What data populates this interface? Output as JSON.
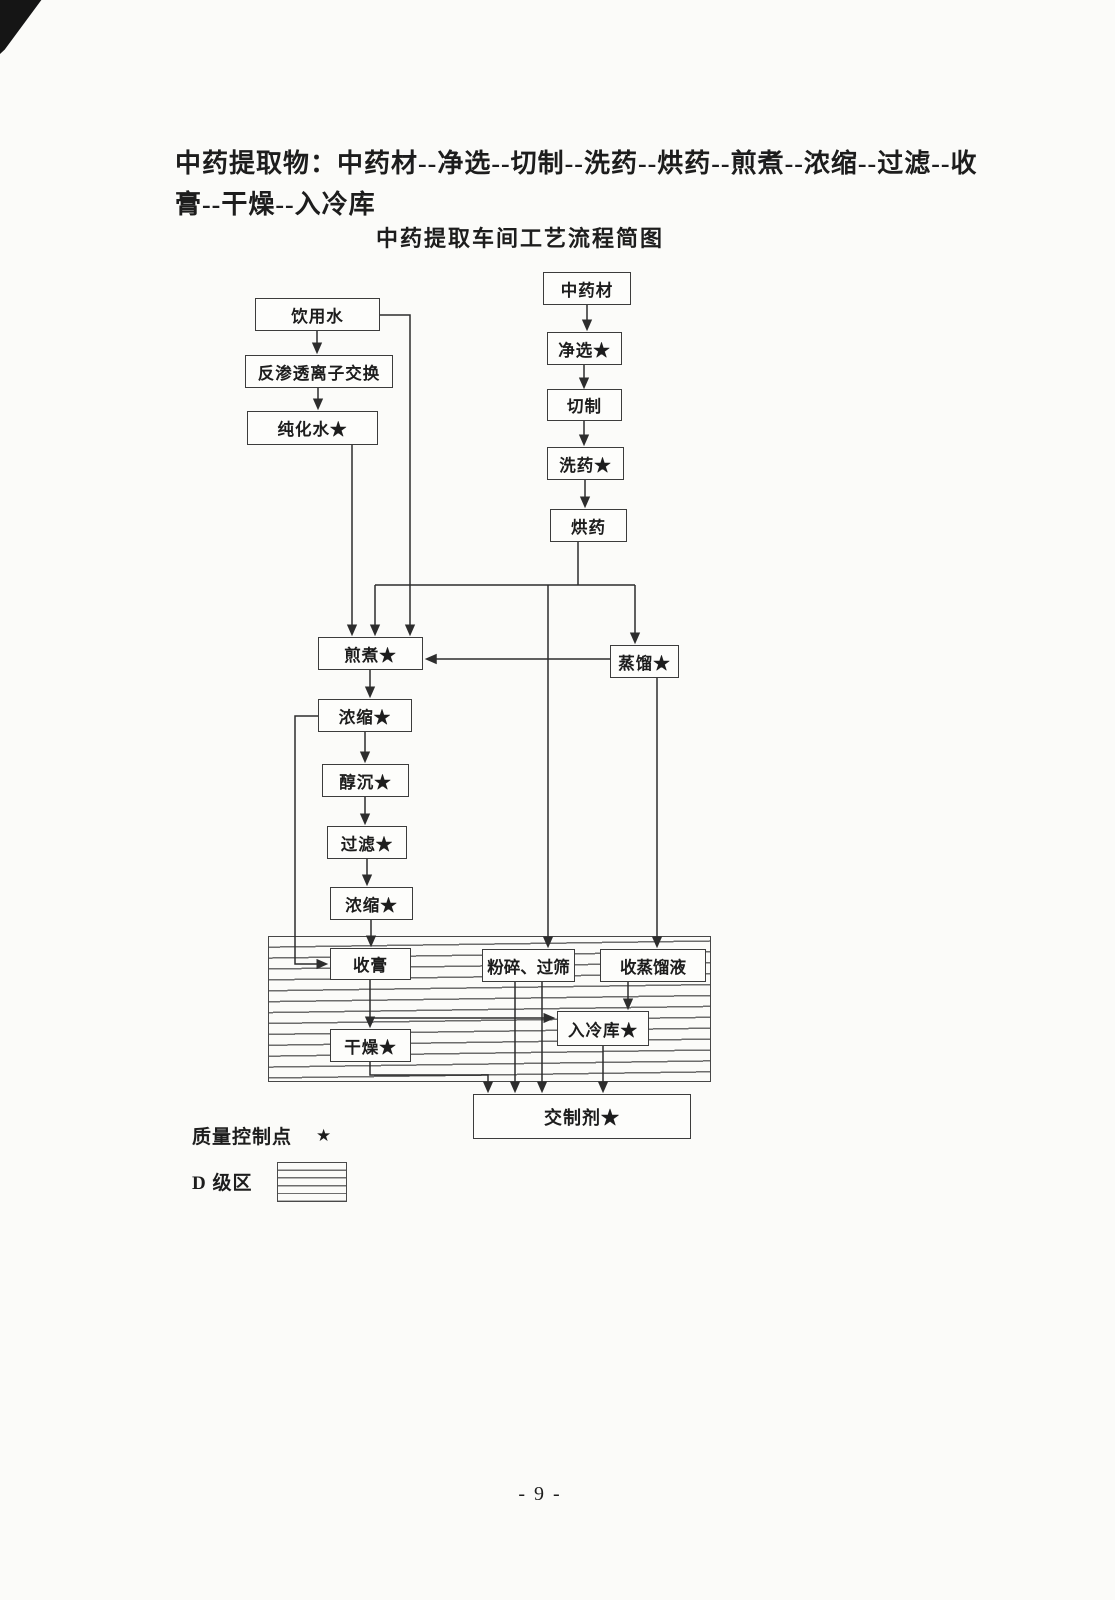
{
  "page": {
    "header_line1": "中药提取物：中药材--净选--切制--洗药--烘药--煎煮--浓缩--过滤--收",
    "header_line2": "膏--干燥--入冷库",
    "title": "中药提取车间工艺流程简图",
    "page_number": "- 9 -"
  },
  "nodes": {
    "drinking_water": "饮用水",
    "ro_ion_exchange": "反渗透离子交换",
    "purified_water": "纯化水★",
    "herb_material": "中药材",
    "sorting": "净选★",
    "cutting": "切制",
    "washing": "洗药★",
    "herb_drying": "烘药",
    "decoction": "煎煮★",
    "distillation": "蒸馏★",
    "concentration1": "浓缩★",
    "alcohol_precipitation": "醇沉★",
    "filtration": "过滤★",
    "concentration2": "浓缩★",
    "paste_collection": "收膏",
    "crush_sieve": "粉碎、过筛",
    "distillate_collection": "收蒸馏液",
    "cold_storage": "入冷库★",
    "drying": "干燥★",
    "to_preparation": "交制剂★"
  },
  "edges": [
    {
      "from": "herb_material",
      "to": "sorting"
    },
    {
      "from": "sorting",
      "to": "cutting"
    },
    {
      "from": "cutting",
      "to": "washing"
    },
    {
      "from": "washing",
      "to": "herb_drying"
    },
    {
      "from": "drinking_water",
      "to": "ro_ion_exchange"
    },
    {
      "from": "ro_ion_exchange",
      "to": "purified_water"
    },
    {
      "from": "purified_water",
      "to": "decoction"
    },
    {
      "from": "drinking_water",
      "to": "decoction"
    },
    {
      "from": "herb_drying",
      "to": "decoction"
    },
    {
      "from": "herb_drying",
      "to": "distillation"
    },
    {
      "from": "herb_drying",
      "to": "crush_sieve"
    },
    {
      "from": "distillation",
      "to": "decoction"
    },
    {
      "from": "decoction",
      "to": "concentration1"
    },
    {
      "from": "concentration1",
      "to": "alcohol_precipitation"
    },
    {
      "from": "alcohol_precipitation",
      "to": "filtration"
    },
    {
      "from": "filtration",
      "to": "concentration2"
    },
    {
      "from": "concentration2",
      "to": "paste_collection"
    },
    {
      "from": "concentration1",
      "to": "paste_collection"
    },
    {
      "from": "paste_collection",
      "to": "drying"
    },
    {
      "from": "paste_collection",
      "to": "cold_storage"
    },
    {
      "from": "distillation",
      "to": "distillate_collection"
    },
    {
      "from": "distillate_collection",
      "to": "cold_storage"
    },
    {
      "from": "drying",
      "to": "to_preparation"
    },
    {
      "from": "crush_sieve",
      "to": "to_preparation"
    },
    {
      "from": "cold_storage",
      "to": "to_preparation"
    }
  ],
  "legend": {
    "qc_label": "质量控制点",
    "qc_symbol": "★",
    "d_area_label": "D 级区"
  },
  "colors": {
    "ink": "#2d2d2d",
    "paper": "#fbfbf9"
  }
}
